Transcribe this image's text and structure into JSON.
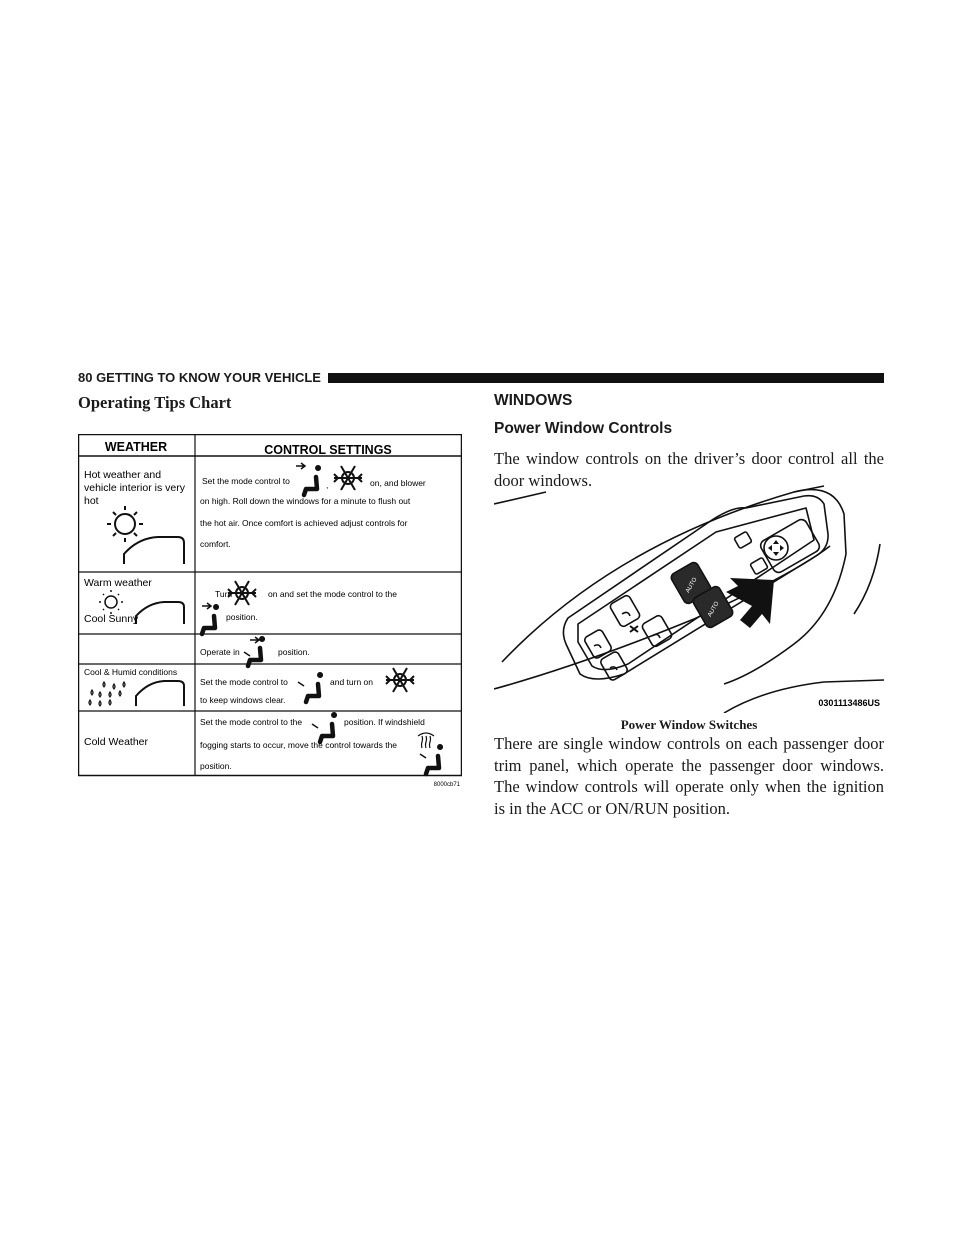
{
  "page_header": {
    "text": "80   GETTING TO KNOW YOUR VEHICLE"
  },
  "left": {
    "heading": "Operating Tips Chart",
    "chart": {
      "col_weather": "WEATHER",
      "col_control": "CONTROL SETTINGS",
      "row1": {
        "weather_l1": "Hot weather and",
        "weather_l2": "vehicle interior is very",
        "weather_l3": "hot",
        "ctl_a": "Set the mode control to",
        "ctl_b": ",",
        "ctl_c": "on, and blower",
        "ctl_l2": "on high. Roll down the windows for a minute to flush out",
        "ctl_l3": "the hot air. Once comfort is achieved adjust controls for",
        "ctl_l4": "comfort."
      },
      "row2": {
        "weather": "Warm weather",
        "ctl_a": "Turn",
        "ctl_b": "on and set the mode control to the",
        "ctl_c": "position."
      },
      "row3": {
        "weather": "Cool Sunny",
        "ctl_a": "Operate in",
        "ctl_b": "position."
      },
      "row4": {
        "weather": "Cool & Humid conditions",
        "ctl_a": "Set the mode control to",
        "ctl_b": "and turn on",
        "ctl_l2": "to keep windows clear."
      },
      "row5": {
        "weather": "Cold Weather",
        "ctl_a": "Set the mode control to the",
        "ctl_b": "position. If windshield",
        "ctl_l2": "fogging starts to occur, move the control towards the",
        "ctl_l3": "position."
      },
      "code": "8000cb71"
    }
  },
  "right": {
    "heading": "WINDOWS",
    "subheading": "Power Window Controls",
    "para1": "The window controls on the driver’s door control all the door windows.",
    "figure_code": "0301113486US",
    "figure_button_label": "AUTO",
    "caption": "Power Window Switches",
    "para2": "There are single window controls on each passenger door trim panel, which operate the passenger door windows. The window controls will operate only when the ignition is in the ACC or ON/RUN position."
  }
}
